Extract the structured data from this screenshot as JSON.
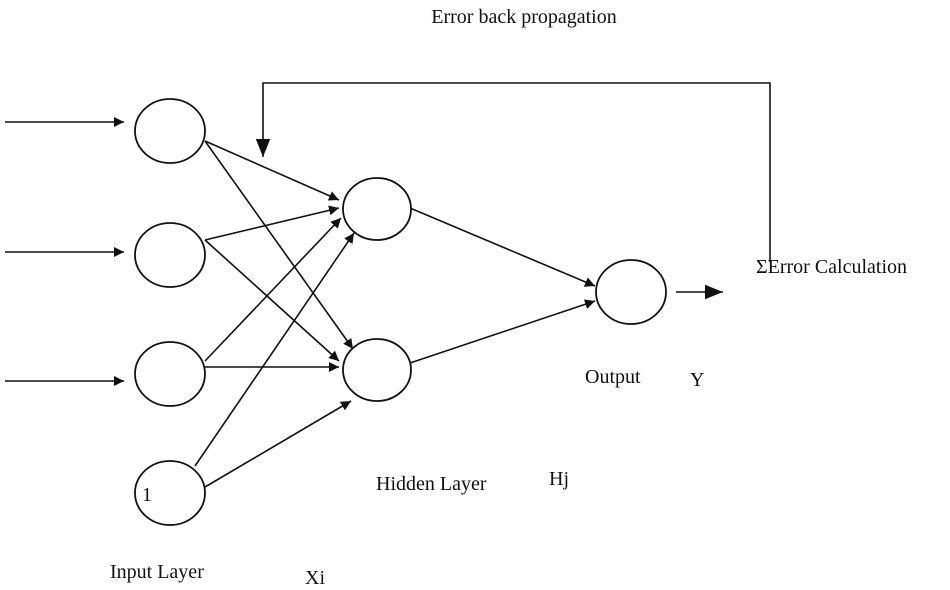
{
  "labels": {
    "backprop": "Error back propagation",
    "error_calc": "ΣError Calculation",
    "output": "Output",
    "output_symbol": "Y",
    "hidden": "Hidden Layer",
    "hidden_symbol": "Hj",
    "input": "Input Layer",
    "input_symbol": "Xi",
    "bias": "1"
  }
}
